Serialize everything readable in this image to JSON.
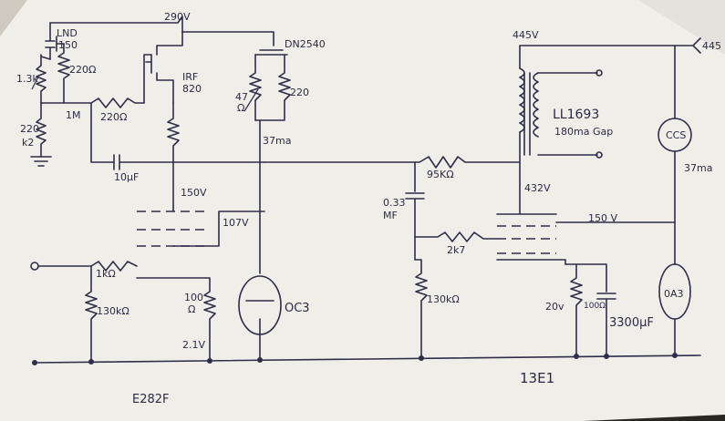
{
  "title": "",
  "paper_color": "#efeee8",
  "ink_color": "#2e2d4a",
  "labels": {
    "v290": "290V",
    "lnd150_a": "LND",
    "lnd150_b": "150",
    "r220_left": "220Ω",
    "pot": "1.3k",
    "r220k_a": "220",
    "r220k_b": "k2",
    "r1m": "1M",
    "r220_mid": "220Ω",
    "irf_a": "IRF",
    "irf_b": "820",
    "dn2540": "DN2540",
    "r47": "47",
    "r47b": "Ω",
    "r220_right": "220",
    "i37": "37ma",
    "c10": "10μF",
    "v150": "150V",
    "v107": "107V",
    "r1k": "1kΩ",
    "r130_left": "130kΩ",
    "r100_a": "100",
    "r100_b": "Ω",
    "v21": "2.1V",
    "oc3": "OC3",
    "e282f": "E282F",
    "v445": "445V",
    "ll1693_a": "LL1693",
    "ll1693_b": "180ma Gap",
    "r95k": "95KΩ",
    "c033_a": "0.33",
    "c033_b": "MF",
    "v432": "432V",
    "r2k7": "2k7",
    "v150b": "150 V",
    "r130_right": "130kΩ",
    "v20": "20v",
    "r100r": "100Ω",
    "c3300": "3300μF",
    "tube13e1": "13E1",
    "ccs": "CCS",
    "i37b": "37ma",
    "oa3": "0A3",
    "out445": "445"
  }
}
